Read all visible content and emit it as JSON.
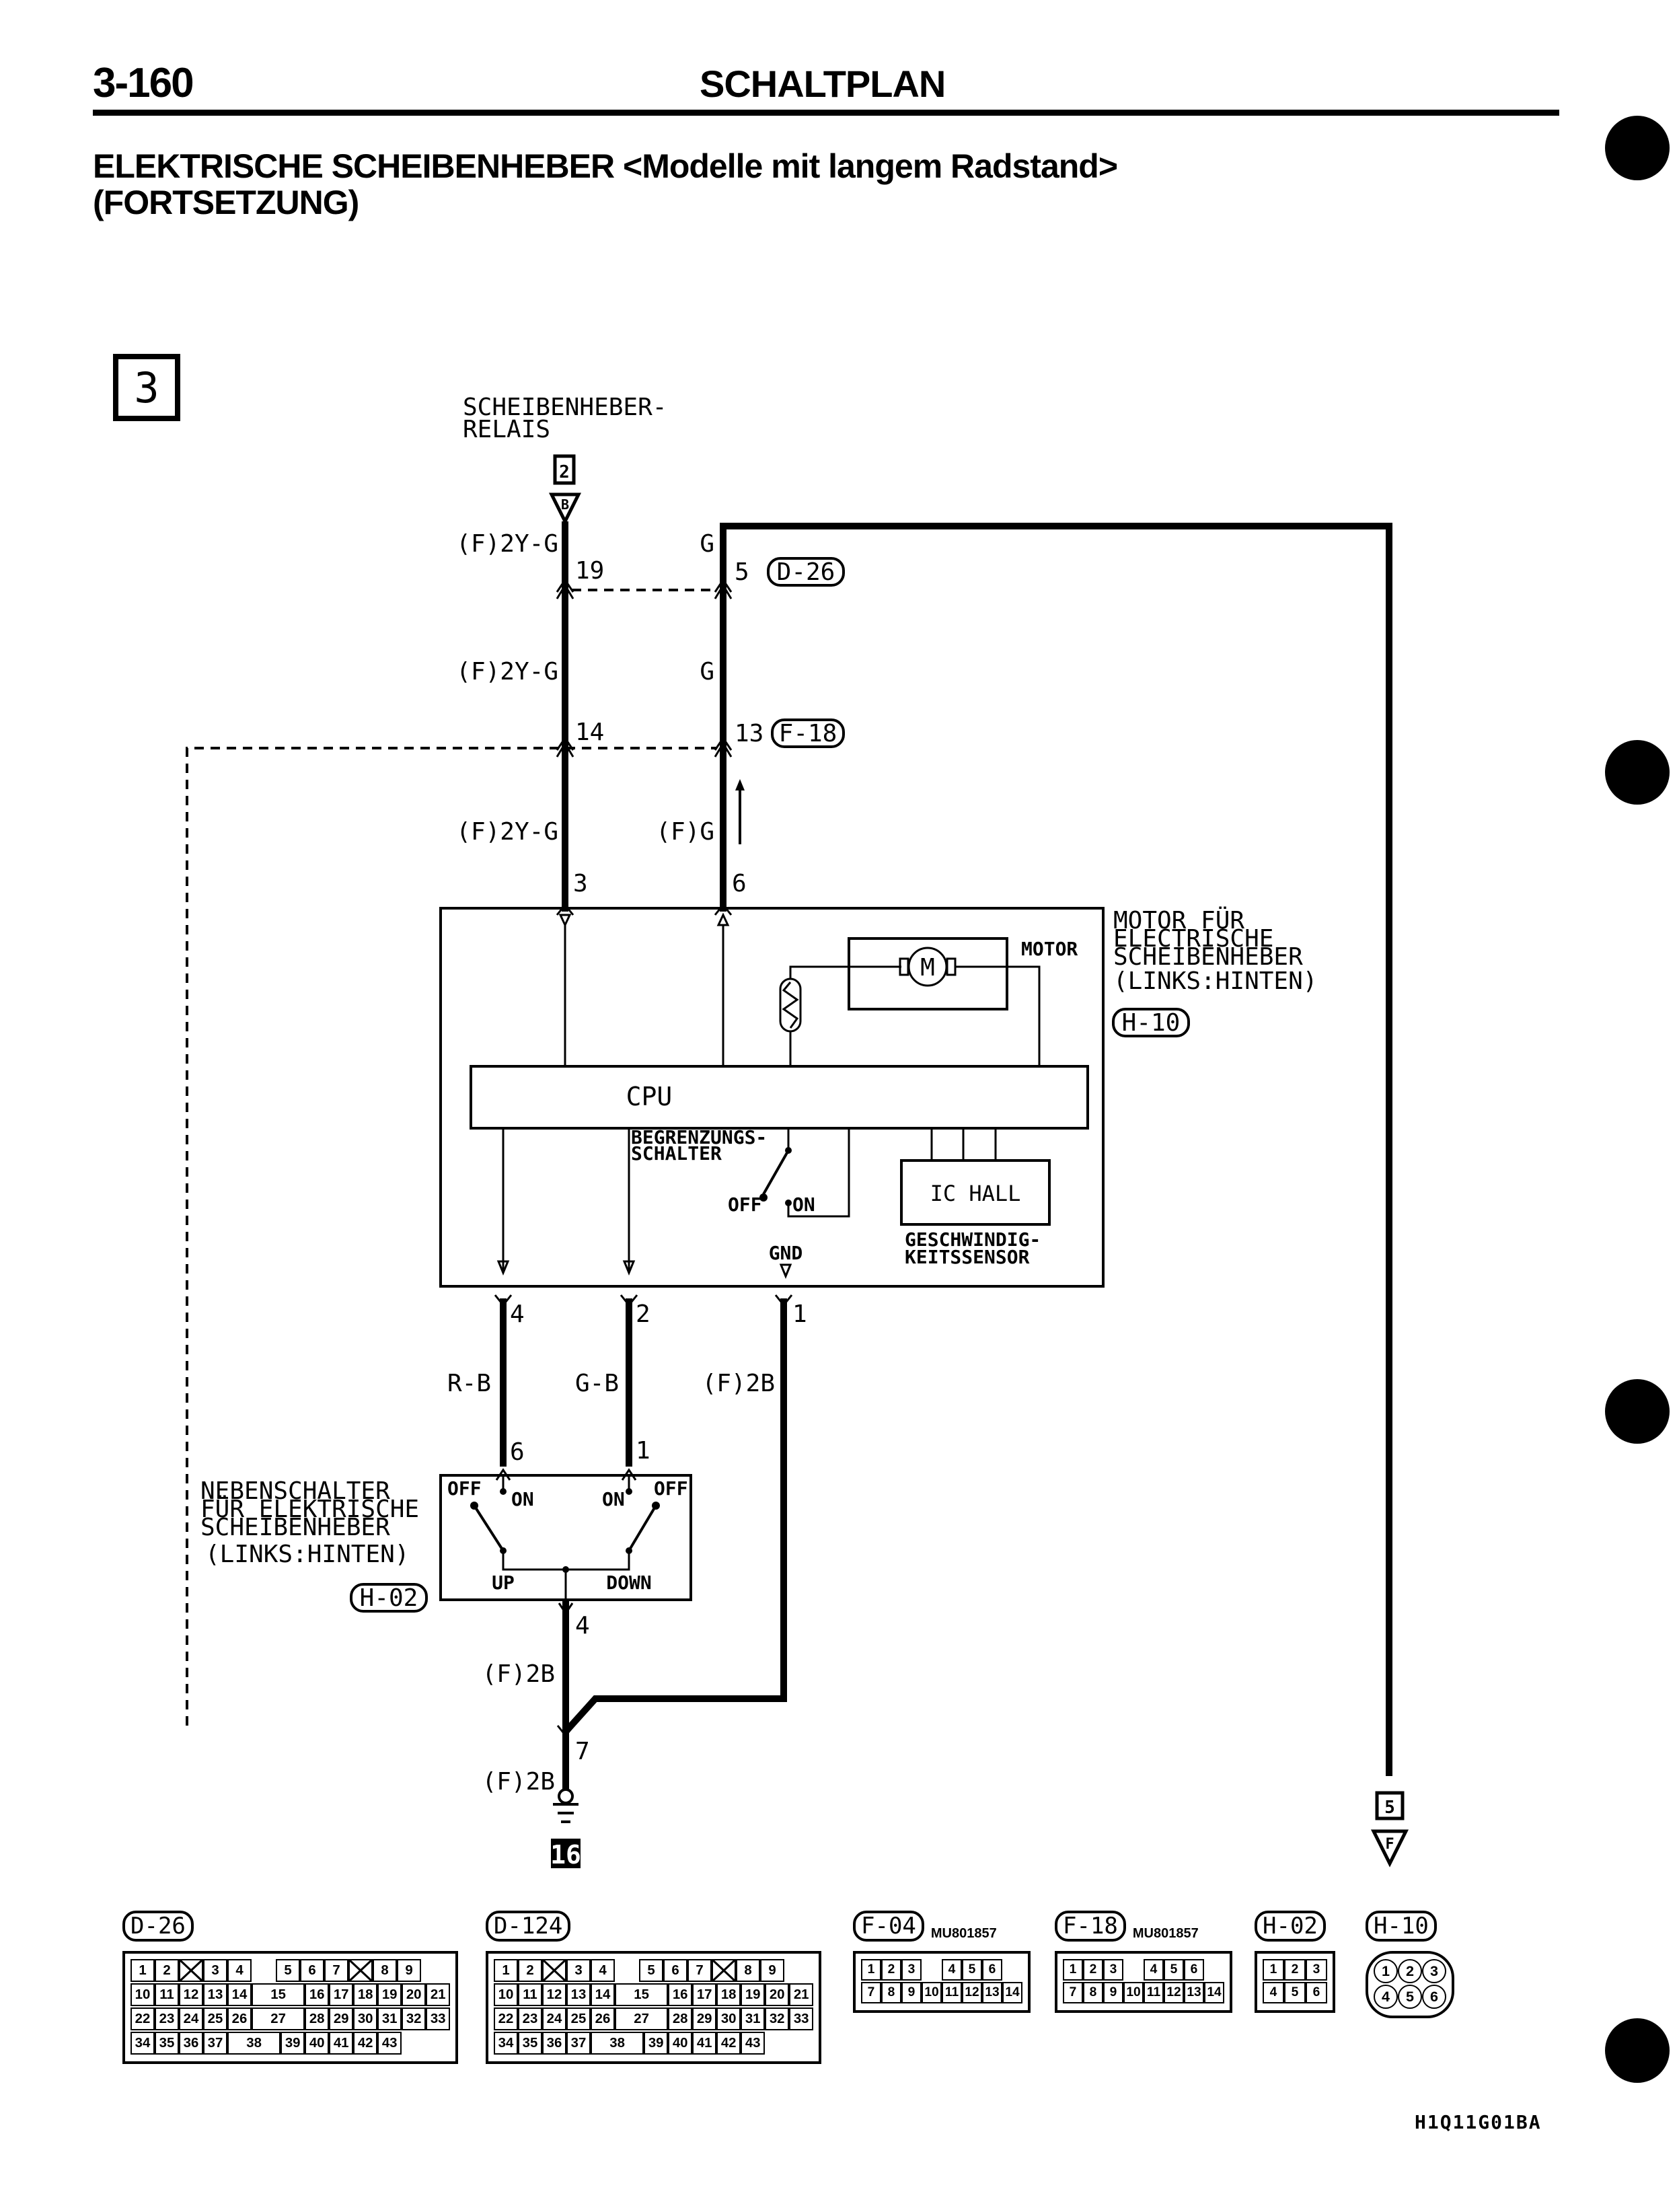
{
  "header": {
    "page_number": "3-160",
    "section": "SCHALTPLAN",
    "title_line1": "ELEKTRISCHE SCHEIBENHEBER <Modelle mit langem Radstand>",
    "title_line2": "(FORTSETZUNG)"
  },
  "diagram": {
    "sheet_number": "3",
    "relay": {
      "label_line1": "SCHEIBENHEBER-",
      "label_line2": "RELAIS",
      "ref_box": "2",
      "connector_letter": "B"
    },
    "wires": {
      "left_upper_color": "(F)2Y-G",
      "left_mid_color": "(F)2Y-G",
      "left_lower_color": "(F)2Y-G",
      "right_upper_color": "G",
      "right_mid_color": "G",
      "right_lower_color": "(F)G",
      "out4_color": "R-B",
      "out2_color": "G-B",
      "gnd_color": "(F)2B",
      "switch_out_color": "(F)2B",
      "ground_color": "(F)2B"
    },
    "pins": {
      "p19": "19",
      "p5": "5",
      "p14": "14",
      "p13": "13",
      "p3": "3",
      "p6": "6",
      "p4": "4",
      "p2": "2",
      "p1": "1",
      "sw6": "6",
      "sw1": "1",
      "sw4": "4",
      "p7": "7"
    },
    "connector_refs": {
      "d26": "D-26",
      "f18": "F-18",
      "h10": "H-10",
      "h02": "H-02"
    },
    "motor_unit": {
      "label_lines": [
        "MOTOR FÜR",
        "ELECTRISCHE",
        "SCHEIBENHEBER",
        "(LINKS:HINTEN)"
      ],
      "motor_label": "MOTOR",
      "motor_symbol": "M",
      "cpu_label": "CPU",
      "limit_switch_line1": "BEGRENZUNGS-",
      "limit_switch_line2": "SCHALTER",
      "off_label": "OFF",
      "on_label": "ON",
      "gnd_label": "GND",
      "hall_label": "IC HALL",
      "speed_sensor_line1": "GESCHWINDIG-",
      "speed_sensor_line2": "KEITSSENSOR"
    },
    "sub_switch": {
      "label_lines": [
        "NEBENSCHALTER",
        "FÜR ELEKTRISCHE",
        "SCHEIBENHEBER",
        "(LINKS:HINTEN)"
      ],
      "off_left": "OFF",
      "on_left": "ON",
      "on_right": "ON",
      "off_right": "OFF",
      "up_label": "UP",
      "down_label": "DOWN"
    },
    "ground_ref": "16",
    "continuation": {
      "ref_box": "5",
      "connector_letter": "F"
    }
  },
  "connectors": [
    {
      "id": "D-26",
      "part": "",
      "rows": [
        [
          "1",
          "2",
          "X",
          "3",
          "4",
          "",
          "5",
          "6",
          "7",
          "X",
          "8",
          "9"
        ],
        [
          "10",
          "11",
          "12",
          "13",
          "14",
          "15",
          "16",
          "17",
          "18",
          "19",
          "20",
          "21"
        ],
        [
          "22",
          "23",
          "24",
          "25",
          "26",
          "27",
          "28",
          "29",
          "30",
          "31",
          "32",
          "33"
        ],
        [
          "34",
          "35",
          "36",
          "37",
          "38",
          "39",
          "40",
          "41",
          "42",
          "43"
        ]
      ]
    },
    {
      "id": "D-124",
      "part": "",
      "rows": [
        [
          "1",
          "2",
          "X",
          "3",
          "4",
          "",
          "5",
          "6",
          "7",
          "X",
          "8",
          "9"
        ],
        [
          "10",
          "11",
          "12",
          "13",
          "14",
          "15",
          "16",
          "17",
          "18",
          "19",
          "20",
          "21"
        ],
        [
          "22",
          "23",
          "24",
          "25",
          "26",
          "27",
          "28",
          "29",
          "30",
          "31",
          "32",
          "33"
        ],
        [
          "34",
          "35",
          "36",
          "37",
          "38",
          "39",
          "40",
          "41",
          "42",
          "43"
        ]
      ]
    },
    {
      "id": "F-04",
      "part": "MU801857",
      "rows": [
        [
          "1",
          "2",
          "3",
          "",
          "4",
          "5",
          "6"
        ],
        [
          "7",
          "8",
          "9",
          "10",
          "11",
          "12",
          "13",
          "14"
        ]
      ]
    },
    {
      "id": "F-18",
      "part": "MU801857",
      "rows": [
        [
          "1",
          "2",
          "3",
          "",
          "4",
          "5",
          "6"
        ],
        [
          "7",
          "8",
          "9",
          "10",
          "11",
          "12",
          "13",
          "14"
        ]
      ]
    },
    {
      "id": "H-02",
      "part": "",
      "rows": [
        [
          "1",
          "2",
          "3"
        ],
        [
          "4",
          "5",
          "6"
        ]
      ]
    },
    {
      "id": "H-10",
      "part": "",
      "rows": [
        [
          "1",
          "2",
          "3"
        ],
        [
          "4",
          "5",
          "6"
        ]
      ]
    }
  ],
  "footer": {
    "figure_code": "H1Q11G01BA"
  }
}
